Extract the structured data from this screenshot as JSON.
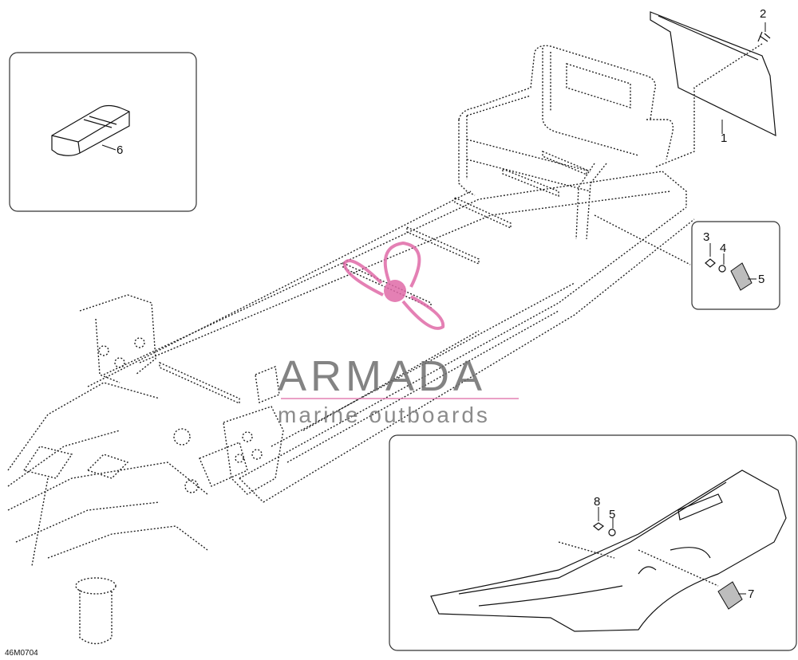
{
  "diagram": {
    "code": "46M0704",
    "callouts": [
      "1",
      "2",
      "3",
      "4",
      "5",
      "5",
      "6",
      "7",
      "8"
    ]
  },
  "watermark": {
    "brand": "ARMADA",
    "tagline": "marine outboards",
    "color": "#e06aa8"
  }
}
